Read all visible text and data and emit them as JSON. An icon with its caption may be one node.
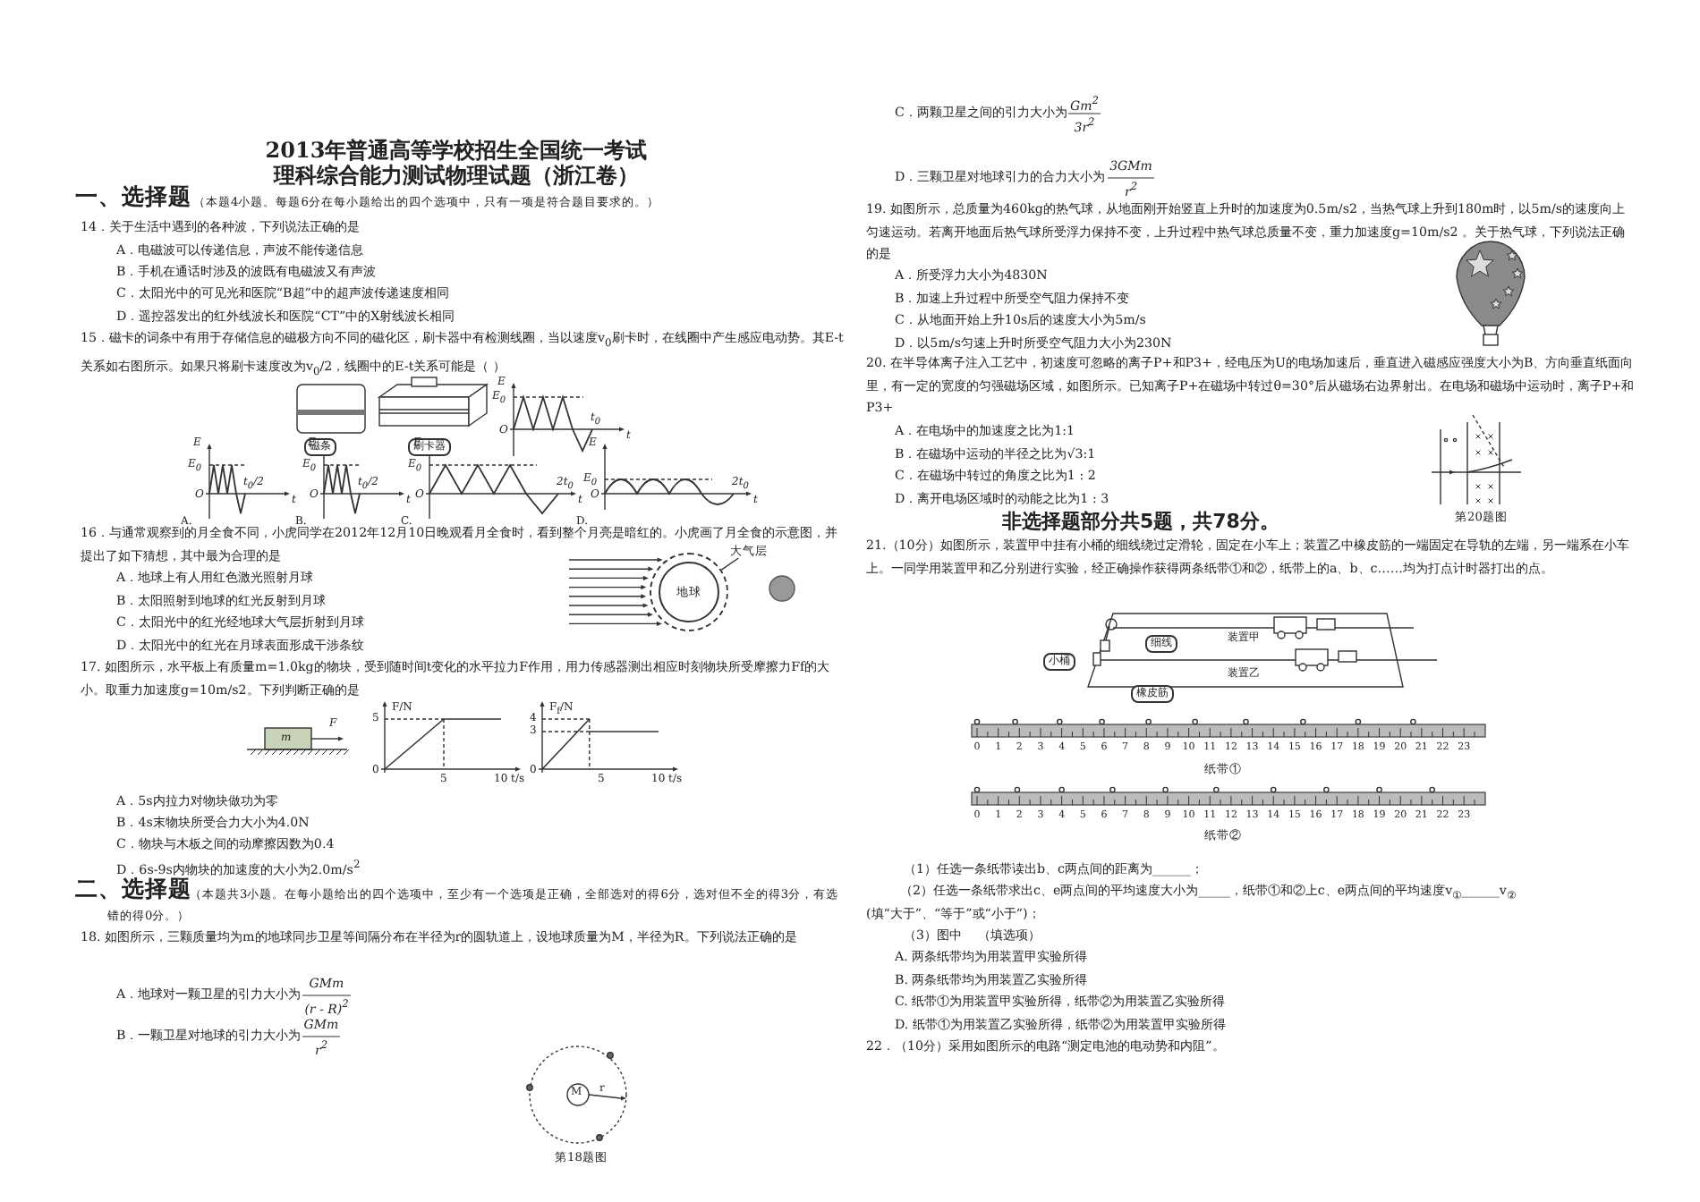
{
  "diagram": {
    "nodes": [
      {
        "text": [
          "大气层"
        ]
      },
      {
        "text": [],
        "shape": "circle"
      },
      {
        "text": [
          "地球"
        ],
        "in": 1
      }
    ],
    "edges": [
      {
        "from": 0,
        "to": 1,
        "arrow": "none"
      }
    ],
    "labels": [
      "2013年普通高等学校招生全国统一考试",
      "理科综合能力测试物理试题（浙江卷）",
      "一、选择题",
      "（本题4小题。每题6分在每小题给出的四个选项中，只有一项是符合题目要求的。）",
      "14．关于生活中遇到的各种波，下列说法正确的是",
      "A．电磁波可以传递信息，声波不能传递信息",
      "B．手机在通话时涉及的波既有电磁波又有声波",
      "C．太阳光中的可见光和医院“B超”中的超声波传递速度相同",
      "D．遥控器发出的红外线波长和医院“CT”中的X射线波长相同",
      "15．磁卡的词条中有用于存储信息的磁极方向不同的磁化区，刷卡器中有检测线圈，当以速度v$_{0}$刷卡时，在线圈中产生感应电动势。其E-t关系如右图所示。如果只将刷卡速度改为v$_{0}$/2，线圈中的E-t关系可能是（ ）",
      "磁条",
      "刷卡器",
      "E",
      "E$_{0}$",
      "O",
      "t$_{0}$",
      "t",
      "E",
      "E$_{0}$",
      "O",
      "t$_{0}$/2",
      "t",
      "A.",
      "E",
      "E$_{0}$",
      "O",
      "t$_{0}$/2",
      "t",
      "B.",
      "E",
      "E$_{0}$",
      "O",
      "2t$_{0}$",
      "t",
      "C.",
      "E",
      "E$_{0}$",
      "O",
      "2t$_{0}$",
      "t",
      "D.",
      "16．与通常观察到的月全食不同，小虎同学在2012年12月10日晚观看月全食时，看到整个月亮是暗红的。小虎画了月全食的示意图，并提出了如下猜想，其中最为合理的是",
      "A．地球上有人用红色激光照射月球",
      "B．太阳照射到地球的红光反射到月球",
      "C．太阳光中的红光经地球大气层折射到月球",
      "D．太阳光中的红光在月球表面形成干涉条纹",
      "17. 如图所示，水平板上有质量m=1.0kg的物块，受到随时间t变化的水平拉力F作用，用力传感器测出相应时刻物块所受摩擦力Ff的大小。取重力加速度g=10m/s2。下列判断正确的是",
      "m",
      "F",
      "F/N",
      "5",
      "0",
      "5",
      "10 t/s",
      "F$_{f}$/N",
      "4",
      "3",
      "0",
      "5",
      "10 t/s",
      "A．5s内拉力对物块做功为零",
      "B．4s末物块所受合力大小为4.0N",
      "C．物块与木板之间的动摩擦因数为0.4",
      "D．6s-9s内物块的加速度的大小为2.0m/s$^{2}$",
      "二、选择题",
      "（本题共3小题。在每小题给出的四个选项中，至少有一个选项是正确，全部选对的得6分，选对但不全的得3分，有选错的得0分。）",
      "18. 如图所示，三颗质量均为m的地球同步卫星等间隔分布在半径为r的圆轨道上，设地球质量为M，半径为R。下列说法正确的是",
      "A．地球对一颗卫星的引力大小为",
      "GMm",
      "(r - R)$^{2}$",
      "B．一颗卫星对地球的引力大小为",
      "GMm",
      "r$^{2}$",
      "M",
      "r",
      "第18题图",
      "C．两颗卫星之间的引力大小为",
      "Gm$^{2}$",
      "3r$^{2}$",
      "D．三颗卫星对地球引力的合力大小为",
      "3GMm",
      "r$^{2}$",
      "19. 如图所示，总质量为460kg的热气球，从地面刚开始竖直上升时的加速度为0.5m/s2，当热气球上升到180m时，以5m/s的速度向上匀速运动。若离开地面后热气球所受浮力保持不变，上升过程中热气球总质量不变，重力加速度g=10m/s2 。关于热气球，下列说法正确的是",
      "A．所受浮力大小为4830N",
      "B．加速上升过程中所受空气阻力保持不变",
      "C．从地面开始上升10s后的速度大小为5m/s",
      "D．以5m/s匀速上升时所受空气阻力大小为230N",
      "20. 在半导体离子注入工艺中，初速度可忽略的离子P+和P3+，经电压为U的电场加速后，垂直进入磁感应强度大小为B、方向垂直纸面向里，有一定的宽度的匀强磁场区域，如图所示。已知离子P+在磁场中转过θ=30°后从磁场右边界射出。在电场和磁场中运动时，离子P+和P3+",
      "A．在电场中的加速度之比为1:1",
      "B．在磁场中运动的半径之比为√3:1",
      "C．在磁场中转过的角度之比为1 : 2",
      "D．离开电场区域时的动能之比为1 : 3",
      "第20题图",
      "非选择题部分共5题，共78分。",
      "21.（10分）如图所示，装置甲中挂有小桶的细线绕过定滑轮，固定在小车上；装置乙中橡皮筋的一端固定在导轨的左端，另一端系在小车上。一同学用装置甲和乙分别进行实验，经正确操作获得两条纸带①和②，纸带上的a、b、c……均为打点计时器打出的点。",
      "装置甲",
      "装置乙",
      "细线",
      "小桶",
      "橡皮筋",
      "0",
      "1",
      "2",
      "3",
      "4",
      "5",
      "6",
      "7",
      "8",
      "9",
      "10",
      "11",
      "12",
      "13",
      "14",
      "15",
      "16",
      "17",
      "18",
      "19",
      "20",
      "21",
      "22",
      "23",
      "纸带①",
      "0",
      "1",
      "2",
      "3",
      "4",
      "5",
      "6",
      "7",
      "8",
      "9",
      "10",
      "11",
      "12",
      "13",
      "14",
      "15",
      "16",
      "17",
      "18",
      "19",
      "20",
      "21",
      "22",
      "23",
      "纸带②",
      "（1）任选一条纸带读出b、c两点间的距离为______；",
      "（2）任选一条纸带求出c、e两点间的平均速度大小为_____，纸带①和②上c、e两点间的平均速度v$_{①}$______v$_{②}$",
      "(填“大于”、“等于”或“小于”)；",
      "（3）图中    （填选项）",
      "A. 两条纸带均为用装置甲实验所得",
      "B. 两条纸带均为用装置乙实验所得",
      "C. 纸带①为用装置甲实验所得，纸带②为用装置乙实验所得",
      "D. 纸带①为用装置乙实验所得，纸带②为用装置甲实验所得",
      "22．（10分）采用如图所示的电路“测定电池的电动势和内阻”。"
    ]
  }
}
